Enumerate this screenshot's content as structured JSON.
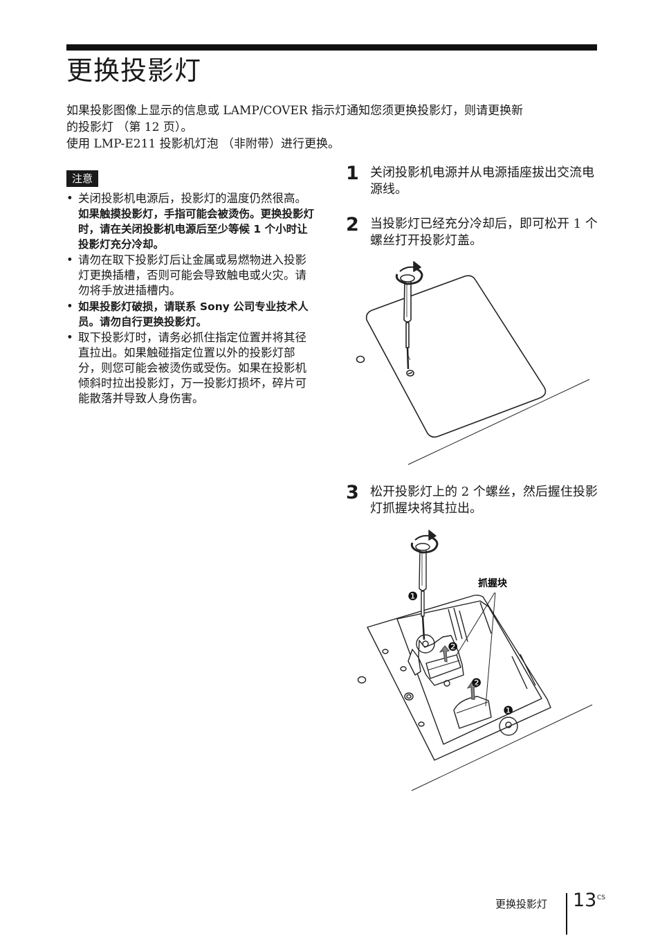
{
  "page": {
    "title": "更换投影灯",
    "intro": [
      "如果投影图像上显示的信息或 LAMP/COVER 指示灯通知您须更换投影灯，则请更换新",
      "的投影灯 （第 12 页）。",
      "使用 LMP-E211 投影机灯泡 （非附带）进行更换。"
    ]
  },
  "caution": {
    "badge": "注意",
    "items": [
      {
        "normal": "关闭投影机电源后，投影灯的温度仍然很高。",
        "bold": "如果触摸投影灯，手指可能会被烫伤。更换投影灯时，请在关闭投影机电源后至少等候 1 个小时让投影灯充分冷却。"
      },
      {
        "normal": "请勿在取下投影灯后让金属或易燃物进入投影灯更换插槽，否则可能会导致触电或火灾。请勿将手放进插槽内。",
        "bold": ""
      },
      {
        "normal": "",
        "bold": "如果投影灯破损，请联系 Sony 公司专业技术人员。请勿自行更换投影灯。"
      },
      {
        "normal": "取下投影灯时，请务必抓住指定位置并将其径直拉出。如果触碰指定位置以外的投影灯部分，则您可能会被烫伤或受伤。如果在投影机倾斜时拉出投影灯，万一投影灯损坏，碎片可能散落并导致人身伤害。",
        "bold": ""
      }
    ]
  },
  "steps": [
    {
      "number": "1",
      "text": "关闭投影机电源并从电源插座拔出交流电源线。"
    },
    {
      "number": "2",
      "text": "当投影灯已经充分冷却后，即可松开 1 个螺丝打开投影灯盖。"
    },
    {
      "number": "3",
      "text": "松开投影灯上的 2 个螺丝，然后握住投影灯抓握块将其拉出。"
    }
  ],
  "figure2": {
    "grip_label": "抓握块",
    "marker_1": "❶",
    "marker_2": "❷"
  },
  "footer": {
    "section": "更换投影灯",
    "page_number": "13",
    "suffix": "CS"
  }
}
